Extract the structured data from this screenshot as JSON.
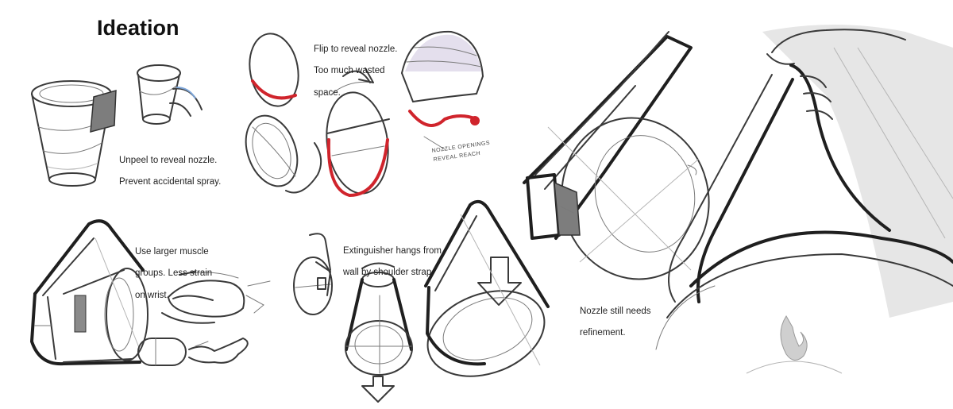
{
  "board": {
    "title": "Ideation",
    "notes": {
      "nozzle_peel": [
        "Unpeel to reveal nozzle.",
        "Prevent accidental spray."
      ],
      "flip": [
        "Flip to reveal nozzle.",
        "Too much wasted",
        "space."
      ],
      "muscle": [
        "Use larger muscle",
        "groups. Less strain",
        "on wrist."
      ],
      "hang": [
        "Extinguisher hangs from",
        "wall by shoulder strap."
      ],
      "refine": [
        "Nozzle still needs",
        "refinement."
      ]
    },
    "scribble": [
      "NOZZLE OPENINGS",
      "REVEAL REACH"
    ]
  },
  "colors": {
    "ink": "#3a3a3a",
    "accent_red": "#d0242c",
    "tint_blue": "#7da5d8",
    "tint_lilac": "#d9d2e6"
  }
}
